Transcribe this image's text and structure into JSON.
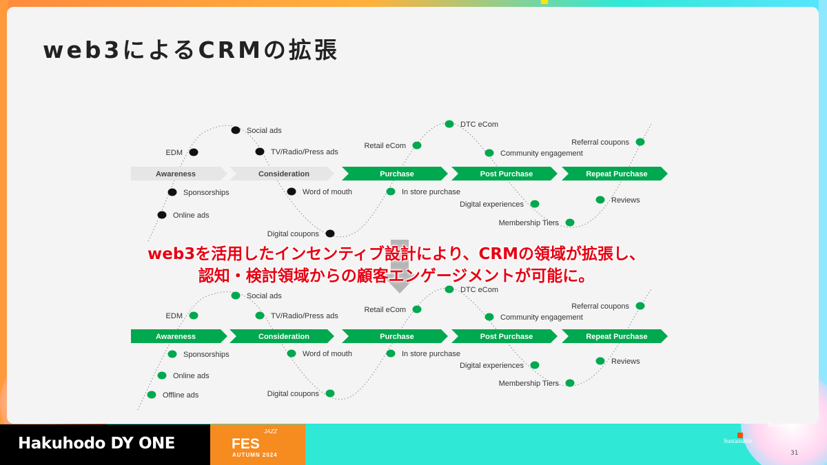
{
  "slide": {
    "title": "web3によるCRMの拡張",
    "caption_line1": "web3を活用したインセンティブ設計により、CRMの領域が拡張し、",
    "caption_line2": "認知・検討領域からの顧客エンゲージメントが可能に。",
    "page_number": "31"
  },
  "footer": {
    "brand": "Hakuhodo DY ONE",
    "event_title": "FES",
    "event_sub": "AUTUMN 2024",
    "event_jazz": "JAZZ"
  },
  "decor": {
    "word_persistent": "Persistent",
    "word_sustainable": "Sustainable"
  },
  "colors": {
    "green": "#00a84f",
    "black": "#111111",
    "grey_stage": "#e6e6e6",
    "caption_red": "#e60012",
    "arrow_grey": "#b5b5b5"
  },
  "stages": [
    "Awareness",
    "Consideration",
    "Purchase",
    "Post Purchase",
    "Repeat Purchase"
  ],
  "journey_before": {
    "stage_fill": [
      "grey",
      "grey",
      "green",
      "green",
      "green"
    ],
    "touchpoints": [
      {
        "label": "EDM",
        "dot": "black"
      },
      {
        "label": "Social ads",
        "dot": "black"
      },
      {
        "label": "TV/Radio/Press ads",
        "dot": "black"
      },
      {
        "label": "Sponsorships",
        "dot": "black"
      },
      {
        "label": "Online ads",
        "dot": "black"
      },
      {
        "label": "Word of mouth",
        "dot": "black"
      },
      {
        "label": "Digital coupons",
        "dot": "black"
      },
      {
        "label": "Retail eCom",
        "dot": "green"
      },
      {
        "label": "DTC eCom",
        "dot": "green"
      },
      {
        "label": "In store purchase",
        "dot": "green"
      },
      {
        "label": "Community engagement",
        "dot": "green"
      },
      {
        "label": "Digital experiences",
        "dot": "green"
      },
      {
        "label": "Membership Tiers",
        "dot": "green"
      },
      {
        "label": "Referral coupons",
        "dot": "green"
      },
      {
        "label": "Reviews",
        "dot": "green"
      }
    ]
  },
  "journey_after": {
    "stage_fill": [
      "green",
      "green",
      "green",
      "green",
      "green"
    ],
    "touchpoints": [
      {
        "label": "EDM",
        "dot": "green"
      },
      {
        "label": "Social ads",
        "dot": "green"
      },
      {
        "label": "TV/Radio/Press ads",
        "dot": "green"
      },
      {
        "label": "Sponsorships",
        "dot": "green"
      },
      {
        "label": "Online ads",
        "dot": "green"
      },
      {
        "label": "Offline  ads",
        "dot": "green"
      },
      {
        "label": "Word of mouth",
        "dot": "green"
      },
      {
        "label": "Digital coupons",
        "dot": "green"
      },
      {
        "label": "Retail eCom",
        "dot": "green"
      },
      {
        "label": "DTC eCom",
        "dot": "green"
      },
      {
        "label": "In store purchase",
        "dot": "green"
      },
      {
        "label": "Community engagement",
        "dot": "green"
      },
      {
        "label": "Digital experiences",
        "dot": "green"
      },
      {
        "label": "Membership Tiers",
        "dot": "green"
      },
      {
        "label": "Referral coupons",
        "dot": "green"
      },
      {
        "label": "Reviews",
        "dot": "green"
      }
    ]
  }
}
